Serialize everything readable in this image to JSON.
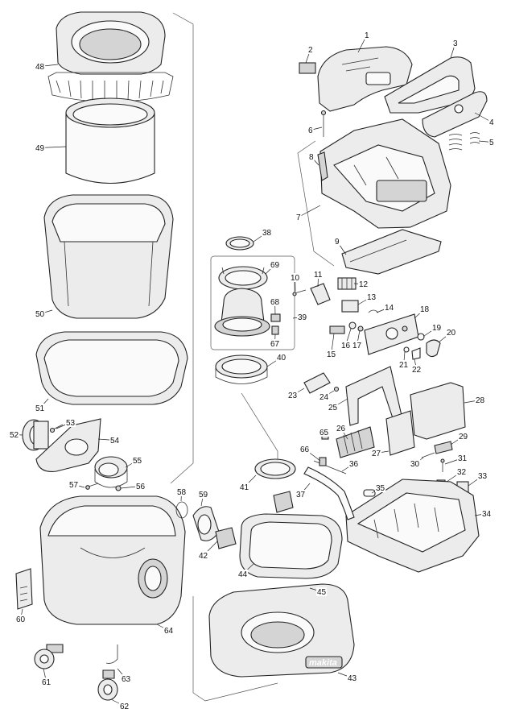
{
  "brand_mark": "makita",
  "callouts": [
    {
      "label": "1"
    },
    {
      "label": "2"
    },
    {
      "label": "3"
    },
    {
      "label": "4"
    },
    {
      "label": "5"
    },
    {
      "label": "6"
    },
    {
      "label": "7"
    },
    {
      "label": "8"
    },
    {
      "label": "9"
    },
    {
      "label": "10"
    },
    {
      "label": "11"
    },
    {
      "label": "12"
    },
    {
      "label": "13"
    },
    {
      "label": "14"
    },
    {
      "label": "15"
    },
    {
      "label": "16"
    },
    {
      "label": "17"
    },
    {
      "label": "18"
    },
    {
      "label": "19"
    },
    {
      "label": "20"
    },
    {
      "label": "21"
    },
    {
      "label": "22"
    },
    {
      "label": "23"
    },
    {
      "label": "24"
    },
    {
      "label": "25"
    },
    {
      "label": "26"
    },
    {
      "label": "27"
    },
    {
      "label": "28"
    },
    {
      "label": "29"
    },
    {
      "label": "30"
    },
    {
      "label": "31"
    },
    {
      "label": "32"
    },
    {
      "label": "33"
    },
    {
      "label": "34"
    },
    {
      "label": "35"
    },
    {
      "label": "36"
    },
    {
      "label": "37"
    },
    {
      "label": "38"
    },
    {
      "label": "39"
    },
    {
      "label": "40"
    },
    {
      "label": "41"
    },
    {
      "label": "42"
    },
    {
      "label": "43"
    },
    {
      "label": "44"
    },
    {
      "label": "45"
    },
    {
      "label": "48"
    },
    {
      "label": "49"
    },
    {
      "label": "50"
    },
    {
      "label": "51"
    },
    {
      "label": "52"
    },
    {
      "label": "53"
    },
    {
      "label": "54"
    },
    {
      "label": "55"
    },
    {
      "label": "56"
    },
    {
      "label": "57"
    },
    {
      "label": "58"
    },
    {
      "label": "59"
    },
    {
      "label": "60"
    },
    {
      "label": "61"
    },
    {
      "label": "62"
    },
    {
      "label": "63"
    },
    {
      "label": "64"
    },
    {
      "label": "65"
    },
    {
      "label": "66"
    },
    {
      "label": "67"
    },
    {
      "label": "68"
    },
    {
      "label": "69"
    }
  ]
}
